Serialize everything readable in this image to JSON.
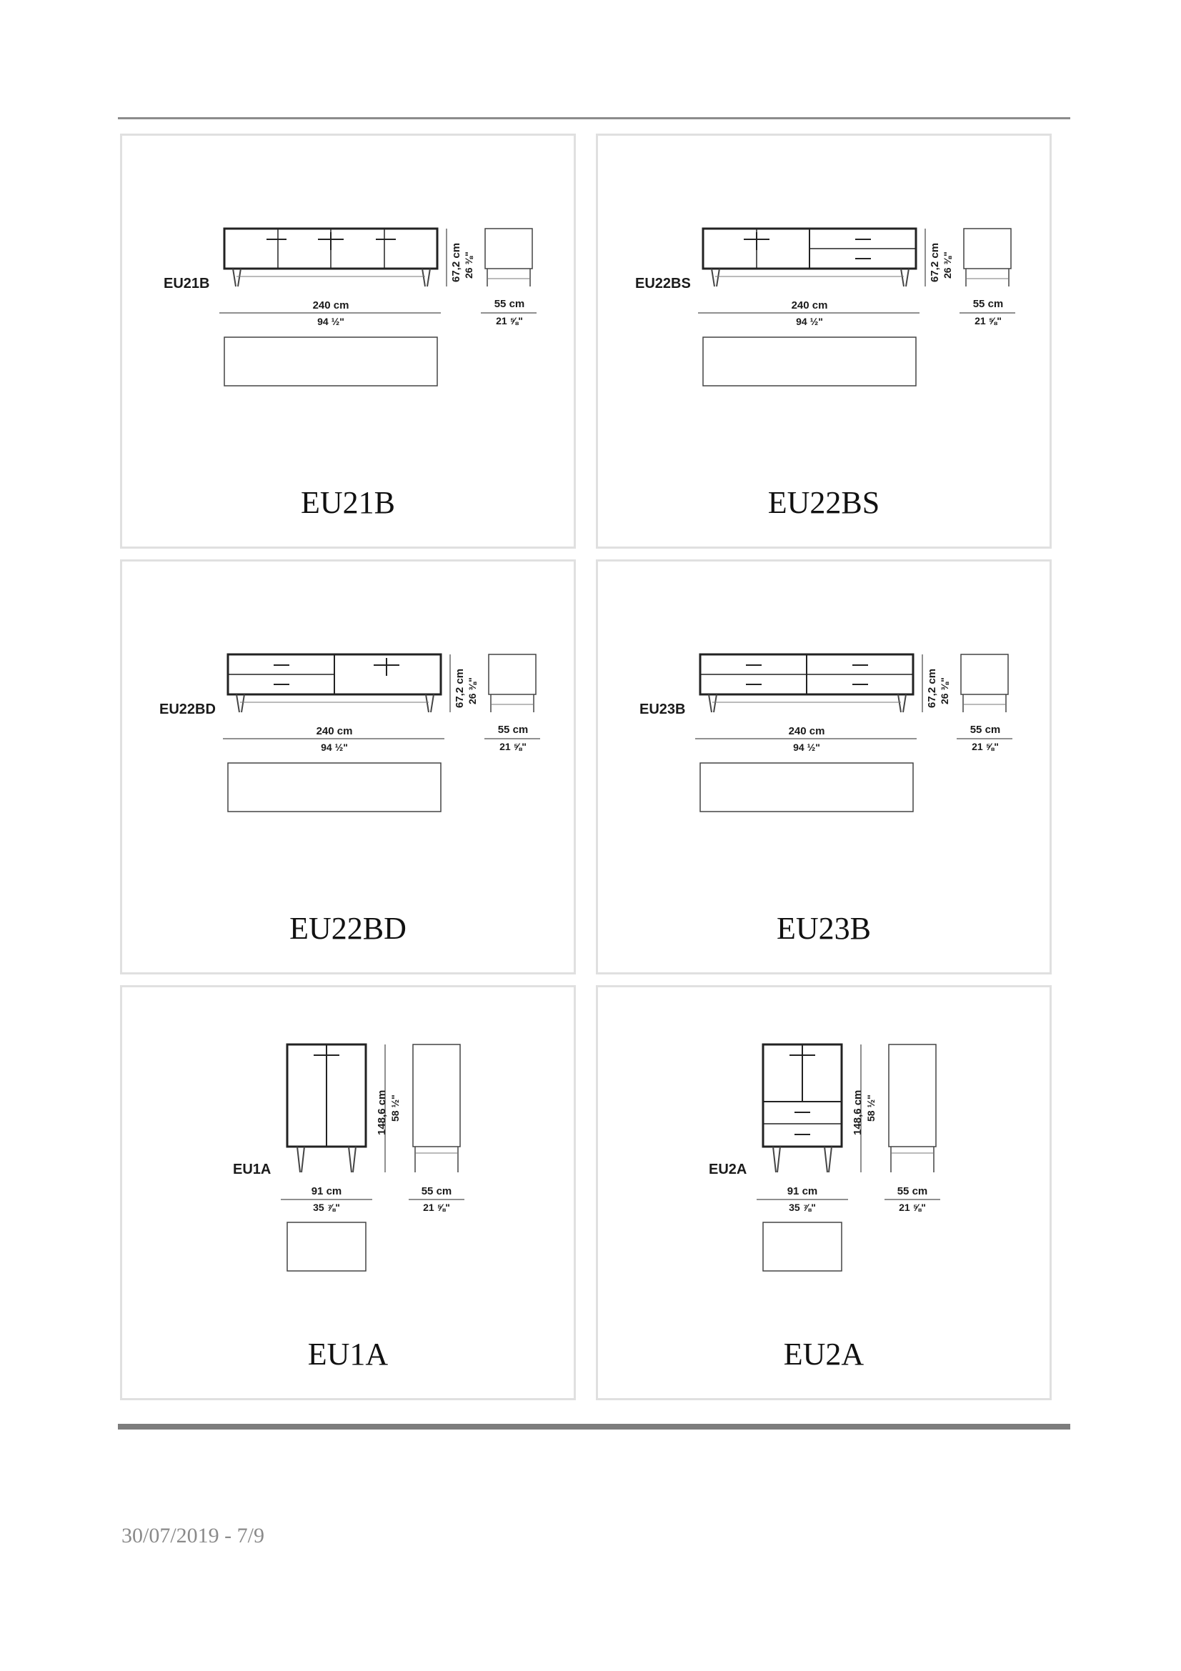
{
  "page": {
    "footer": "30/07/2019 - 7/9"
  },
  "cards": [
    {
      "code": "EU21B",
      "title": "EU21B",
      "width_cm": "240 cm",
      "width_in": "94 ½\"",
      "height_cm": "67,2 cm",
      "height_in": "26 ⅜\"",
      "depth_cm": "55 cm",
      "depth_in": "21 ⅝\""
    },
    {
      "code": "EU22BS",
      "title": "EU22BS",
      "width_cm": "240 cm",
      "width_in": "94 ½\"",
      "height_cm": "67,2 cm",
      "height_in": "26 ⅜\"",
      "depth_cm": "55 cm",
      "depth_in": "21 ⅝\""
    },
    {
      "code": "EU22BD",
      "title": "EU22BD",
      "width_cm": "240 cm",
      "width_in": "94 ½\"",
      "height_cm": "67,2 cm",
      "height_in": "26 ⅜\"",
      "depth_cm": "55 cm",
      "depth_in": "21 ⅝\""
    },
    {
      "code": "EU23B",
      "title": "EU23B",
      "width_cm": "240 cm",
      "width_in": "94 ½\"",
      "height_cm": "67,2 cm",
      "height_in": "26 ⅜\"",
      "depth_cm": "55 cm",
      "depth_in": "21 ⅝\""
    },
    {
      "code": "EU1A",
      "title": "EU1A",
      "width_cm": "91 cm",
      "width_in": "35 ⅞\"",
      "height_cm": "148,6 cm",
      "height_in": "58 ½\"",
      "depth_cm": "55 cm",
      "depth_in": "21 ⅝\""
    },
    {
      "code": "EU2A",
      "title": "EU2A",
      "width_cm": "91 cm",
      "width_in": "35 ⅞\"",
      "height_cm": "148,6 cm",
      "height_in": "58 ½\"",
      "depth_cm": "55 cm",
      "depth_in": "21 ⅝\""
    }
  ]
}
